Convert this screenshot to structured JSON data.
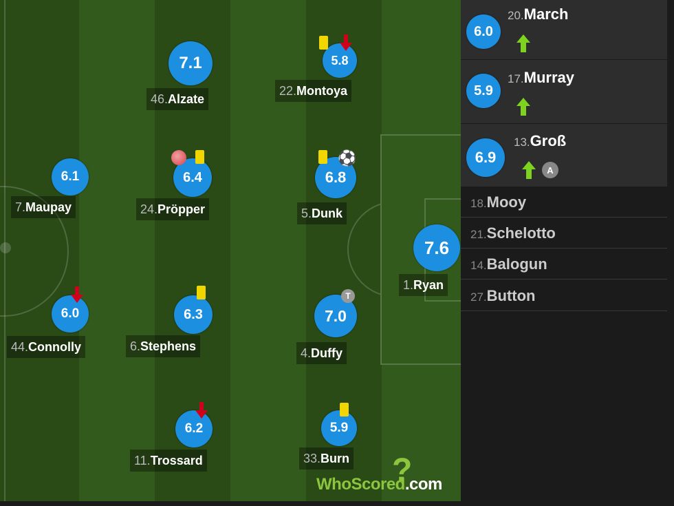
{
  "colors": {
    "rating_bg": "#1c8fe0",
    "pitch_dark": "#2a4a16",
    "pitch_light": "#335a1d",
    "yellow_card": "#f2d600",
    "sub_out": "#d0021b",
    "sub_in": "#7ed321",
    "brand": "#8cc63f"
  },
  "players": [
    {
      "id": "alzate",
      "number": "46.",
      "name": "Alzate",
      "rating": "7.1",
      "icons": []
    },
    {
      "id": "montoya",
      "number": "22.",
      "name": "Montoya",
      "rating": "5.8",
      "icons": [
        "yellow-card-icon",
        "sub-off-icon"
      ]
    },
    {
      "id": "maupay",
      "number": "7.",
      "name": "Maupay",
      "rating": "6.1",
      "icons": []
    },
    {
      "id": "propper",
      "number": "24.",
      "name": "Pröpper",
      "rating": "6.4",
      "icons": [
        "boot-icon",
        "yellow-card-icon"
      ]
    },
    {
      "id": "dunk",
      "number": "5.",
      "name": "Dunk",
      "rating": "6.8",
      "icons": [
        "yellow-card-icon",
        "goal-ball-icon"
      ]
    },
    {
      "id": "ryan",
      "number": "1.",
      "name": "Ryan",
      "rating": "7.6",
      "icons": []
    },
    {
      "id": "connolly",
      "number": "44.",
      "name": "Connolly",
      "rating": "6.0",
      "icons": [
        "sub-off-icon"
      ]
    },
    {
      "id": "stephens",
      "number": "6.",
      "name": "Stephens",
      "rating": "6.3",
      "icons": [
        "yellow-card-icon"
      ]
    },
    {
      "id": "duffy",
      "number": "4.",
      "name": "Duffy",
      "rating": "7.0",
      "icons": [
        "tackle-badge-icon"
      ],
      "badge": "T"
    },
    {
      "id": "trossard",
      "number": "11.",
      "name": "Trossard",
      "rating": "6.2",
      "icons": [
        "sub-off-icon"
      ]
    },
    {
      "id": "burn",
      "number": "33.",
      "name": "Burn",
      "rating": "5.9",
      "icons": [
        "yellow-card-icon"
      ]
    }
  ],
  "substitutes": [
    {
      "number": "20.",
      "name": "March",
      "rating": "6.0",
      "icons": [
        "sub-on-icon"
      ]
    },
    {
      "number": "17.",
      "name": "Murray",
      "rating": "5.9",
      "icons": [
        "sub-on-icon"
      ]
    },
    {
      "number": "13.",
      "name": "Groß",
      "rating": "6.9",
      "icons": [
        "sub-on-icon",
        "assist-badge-icon"
      ],
      "badge": "A"
    }
  ],
  "unused_subs": [
    {
      "number": "18.",
      "name": "Mooy"
    },
    {
      "number": "21.",
      "name": "Schelotto"
    },
    {
      "number": "14.",
      "name": "Balogun"
    },
    {
      "number": "27.",
      "name": "Button"
    }
  ],
  "logo": {
    "part1": "WhoScored",
    "part2": ".com"
  }
}
